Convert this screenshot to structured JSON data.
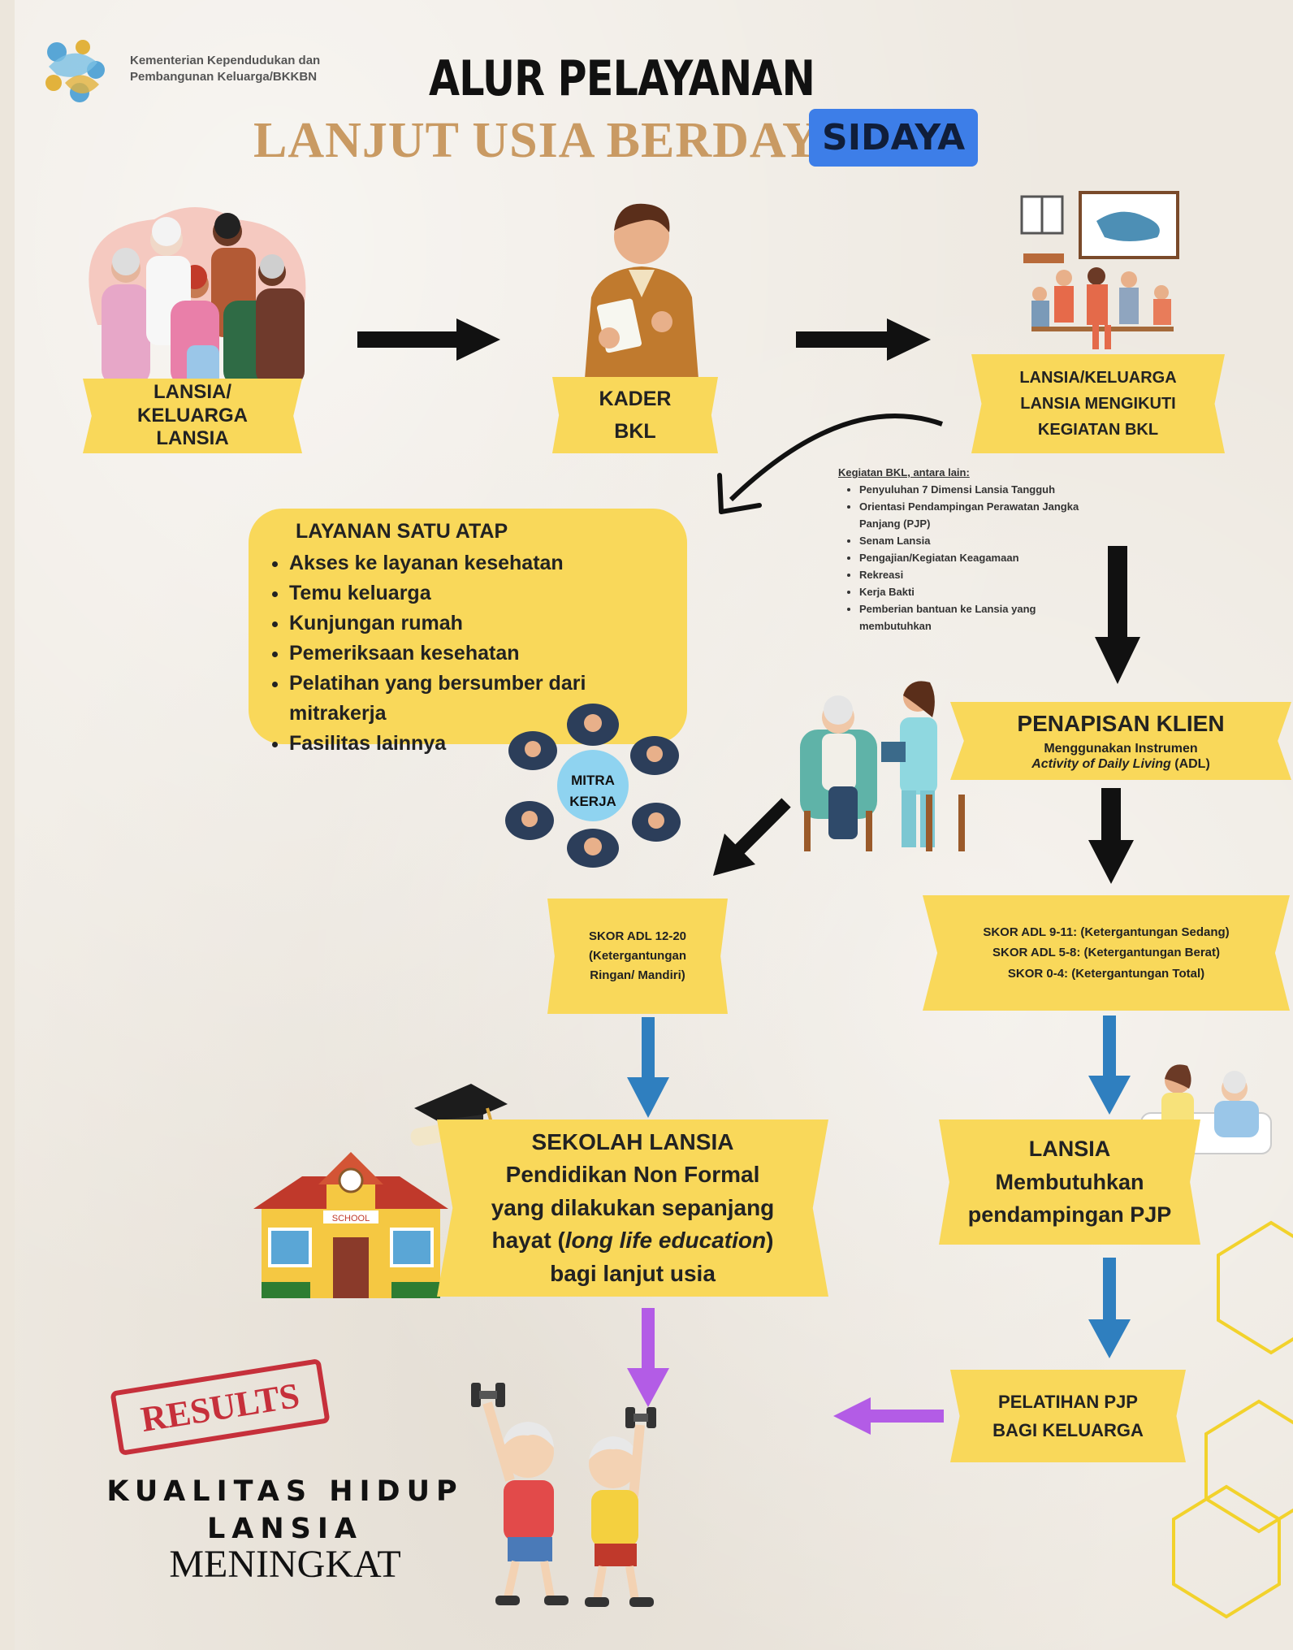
{
  "header": {
    "org_name_line1": "Kementerian Kependudukan dan",
    "org_name_line2": "Pembangunan Keluarga/BKKBN",
    "title_line1": "ALUR PELAYANAN",
    "title_line2": "LANJUT USIA BERDAYA",
    "badge": "SIDAYA"
  },
  "colors": {
    "banner_yellow": "#f9d85a",
    "badge_blue": "#3d7ee8",
    "arrow_black": "#111111",
    "arrow_blue": "#2f7fbf",
    "arrow_purple": "#b35ce6",
    "stamp_red": "#c6303b",
    "title_gold": "#c99a63"
  },
  "nodes": {
    "lansia_keluarga": [
      "LANSIA/",
      "KELUARGA",
      "LANSIA"
    ],
    "kader_bkl": [
      "KADER",
      "BKL"
    ],
    "mengikuti_bkl": [
      "LANSIA/KELUARGA",
      "LANSIA MENGIKUTI",
      "KEGIATAN BKL"
    ],
    "penapisan": {
      "title": "PENAPISAN KLIEN",
      "line1": "Menggunakan Instrumen",
      "line2_italic": "Activity of Daily Living",
      "line2_rest": " (ADL)"
    },
    "skor_ringan": [
      "SKOR ADL 12-20",
      "(Ketergantungan",
      "Ringan/ Mandiri)"
    ],
    "skor_berat": [
      "SKOR ADL 9-11: (Ketergantungan Sedang)",
      "SKOR ADL 5-8: (Ketergantungan Berat)",
      "SKOR 0-4: (Ketergantungan Total)"
    ],
    "sekolah": {
      "title": "SEKOLAH LANSIA",
      "line1": "Pendidikan Non Formal",
      "line2": "yang dilakukan sepanjang",
      "line3_a": "hayat (",
      "line3_italic": "long life education",
      "line3_b": ")",
      "line4": "bagi lanjut usia"
    },
    "pendampingan": [
      "LANSIA",
      "Membutuhkan",
      "pendampingan PJP"
    ],
    "pelatihan": [
      "PELATIHAN PJP",
      "BAGI KELUARGA"
    ]
  },
  "layanan_satu_atap": {
    "title": "LAYANAN SATU ATAP",
    "items": [
      "Akses ke layanan kesehatan",
      "Temu keluarga",
      "Kunjungan rumah",
      "Pemeriksaan kesehatan",
      "Pelatihan yang bersumber dari mitrakerja",
      "Fasilitas lainnya"
    ]
  },
  "mitra_kerja": [
    "MITRA",
    "KERJA"
  ],
  "kegiatan_bkl": {
    "heading": "Kegiatan BKL, antara lain:",
    "items": [
      "Penyuluhan 7 Dimensi Lansia Tangguh",
      "Orientasi Pendampingan Perawatan Jangka Panjang (PJP)",
      "Senam Lansia",
      "Pengajian/Kegiatan Keagamaan",
      "Rekreasi",
      "Kerja Bakti",
      "Pemberian bantuan ke Lansia yang membutuhkan"
    ]
  },
  "results": {
    "stamp": "RESULTS",
    "line1": "KUALITAS HIDUP",
    "line2": "LANSIA",
    "line3": "MENINGKAT"
  },
  "school_sign": "SCHOOL",
  "icons": [
    "bkkbn-logo-icon",
    "family-icon",
    "officer-icon",
    "classroom-icon",
    "nurse-elder-icon",
    "team-meeting-icon",
    "graduation-cap-icon",
    "school-building-icon",
    "bed-caregiver-icon",
    "elderly-exercise-icon",
    "hexagon-decoration-icon"
  ]
}
